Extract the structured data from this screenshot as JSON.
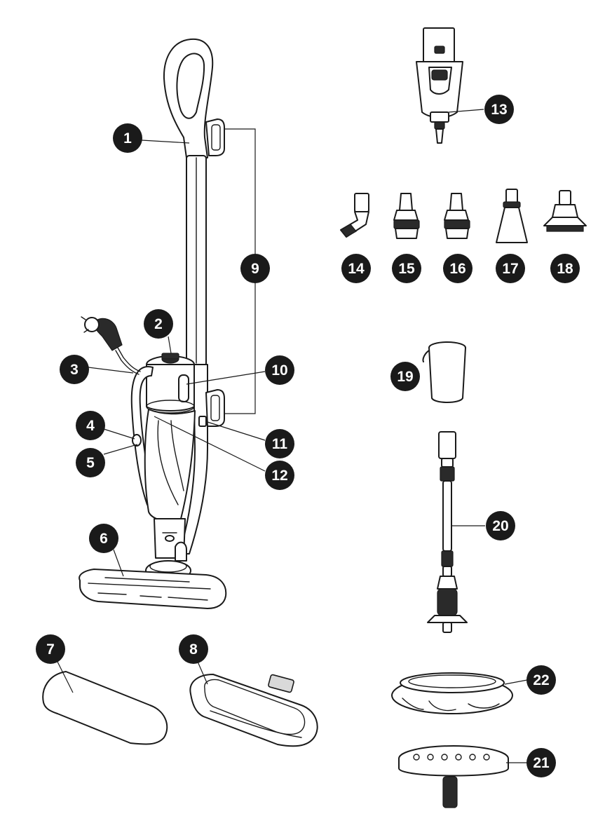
{
  "colors": {
    "callout_fill": "#1a1a1a",
    "callout_text": "#ffffff",
    "line": "#1a1a1a"
  },
  "callouts": [
    {
      "key": "c1",
      "label": "1"
    },
    {
      "key": "c2",
      "label": "2"
    },
    {
      "key": "c3",
      "label": "3"
    },
    {
      "key": "c4",
      "label": "4"
    },
    {
      "key": "c5",
      "label": "5"
    },
    {
      "key": "c6",
      "label": "6"
    },
    {
      "key": "c7",
      "label": "7"
    },
    {
      "key": "c8",
      "label": "8"
    },
    {
      "key": "c9",
      "label": "9"
    },
    {
      "key": "c10",
      "label": "10"
    },
    {
      "key": "c11",
      "label": "11"
    },
    {
      "key": "c12",
      "label": "12"
    },
    {
      "key": "c13",
      "label": "13"
    },
    {
      "key": "c14",
      "label": "14"
    },
    {
      "key": "c15",
      "label": "15"
    },
    {
      "key": "c16",
      "label": "16"
    },
    {
      "key": "c17",
      "label": "17"
    },
    {
      "key": "c18",
      "label": "18"
    },
    {
      "key": "c19",
      "label": "19"
    },
    {
      "key": "c20",
      "label": "20"
    },
    {
      "key": "c21",
      "label": "21"
    },
    {
      "key": "c22",
      "label": "22"
    }
  ]
}
